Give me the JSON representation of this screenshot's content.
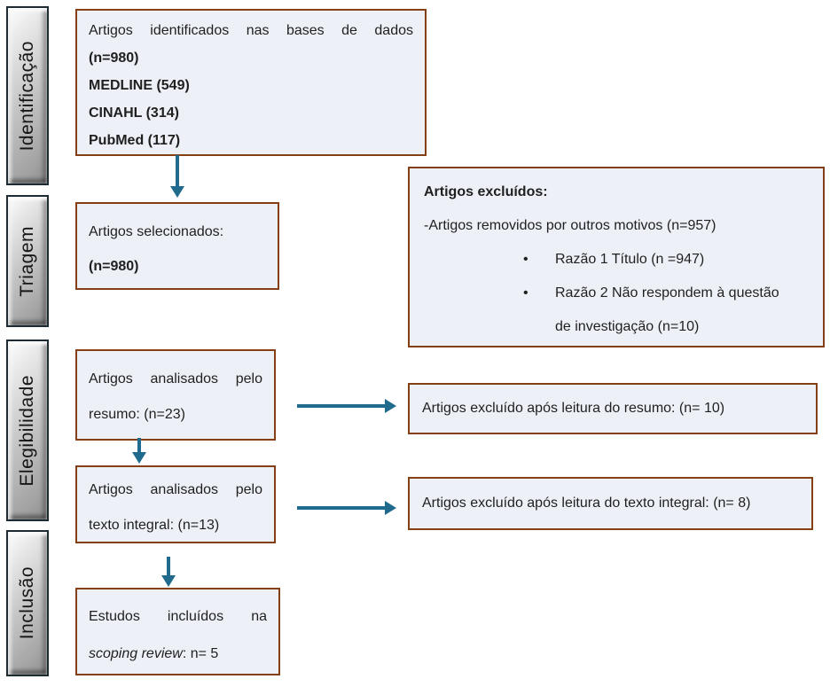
{
  "sidebar": {
    "stages": [
      {
        "id": "identificacao",
        "label": "Identificação"
      },
      {
        "id": "triagem",
        "label": "Triagem"
      },
      {
        "id": "elegibilidade",
        "label": "Elegibilidade"
      },
      {
        "id": "inclusao",
        "label": "Inclusão"
      }
    ]
  },
  "boxes": {
    "identified": {
      "line1": "Artigos identificados nas bases de dados",
      "total": "(n=980)",
      "medline": "MEDLINE (549)",
      "cinahl": "CINAHL (314)",
      "pubmed": "PubMed (117)"
    },
    "selected": {
      "line1": "Artigos selecionados:",
      "total": "(n=980)"
    },
    "excluded_other": {
      "title": "Artigos excluídos:",
      "line1": "-Artigos removidos por outros motivos (n=957)",
      "bullets": [
        {
          "text": "Razão 1 Título (n =947)"
        },
        {
          "text": "Razão 2 Não respondem à questão de investigação (n=10)"
        }
      ]
    },
    "abstract_analyzed": {
      "text": "Artigos analisados pelo resumo: (n=23)"
    },
    "excluded_abstract": {
      "text": "Artigos excluído após leitura do resumo: (n= 10)"
    },
    "fulltext_analyzed": {
      "text": "Artigos analisados pelo texto integral: (n=13)"
    },
    "excluded_fulltext": {
      "text": "Artigos excluído após leitura do texto integral: (n= 8)"
    },
    "included": {
      "line1": "Estudos incluídos na",
      "line2_italic": "scoping review",
      "line2_rest": ": n= 5"
    }
  },
  "colors": {
    "box_border": "#843f14",
    "box_fill": "#edf1f7",
    "arrow": "#1f6a8d",
    "bar_border": "#1d2b33",
    "bar_fill_mid": "#c6c6c6",
    "text": "#1f1f1f"
  }
}
